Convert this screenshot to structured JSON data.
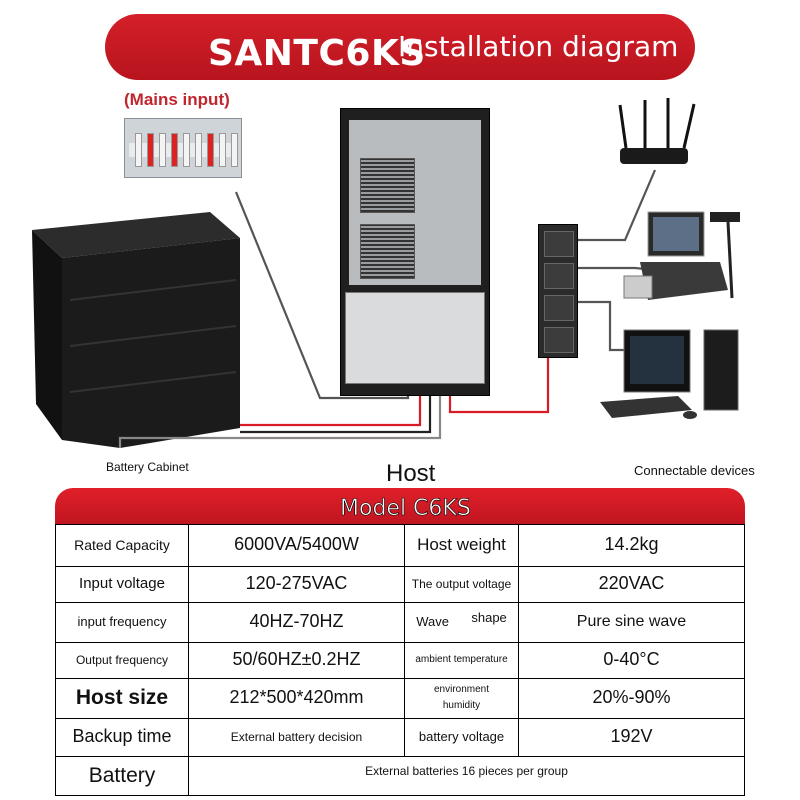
{
  "banner": {
    "model": "SANTC6KS",
    "subtitle": "Installation diagram"
  },
  "labels": {
    "mains_input": "(Mains input)",
    "battery_cabinet": "Battery Cabinet",
    "host": "Host",
    "connectable_devices": "Connectable devices"
  },
  "colors": {
    "banner_red": "#c8181f",
    "wire_gray": "#666666",
    "wire_red": "#d81b24"
  },
  "spec_table": {
    "title": "Model C6KS",
    "rows": [
      {
        "label": "Rated Capacity",
        "value": "6000VA/5400W",
        "label2": "Host weight",
        "value2": "14.2kg"
      },
      {
        "label": "Input voltage",
        "value": "120-275VAC",
        "label2": "The output voltage",
        "value2": "220VAC"
      },
      {
        "label": "input frequency",
        "value": "40HZ-70HZ",
        "label2a": "Wave",
        "label2b": "shape",
        "value2": "Pure sine wave"
      },
      {
        "label": "Output frequency",
        "value": "50/60HZ±0.2HZ",
        "label2": "ambient temperature",
        "value2": "0-40°C"
      },
      {
        "label": "Host size",
        "value": "212*500*420mm",
        "label2a": "environment",
        "label2b": "humidity",
        "value2": "20%-90%"
      },
      {
        "label": "Backup time",
        "value": "External battery decision",
        "label2": "battery voltage",
        "value2": "192V"
      },
      {
        "label": "Battery",
        "value": "External batteries 16 pieces per group"
      }
    ]
  }
}
